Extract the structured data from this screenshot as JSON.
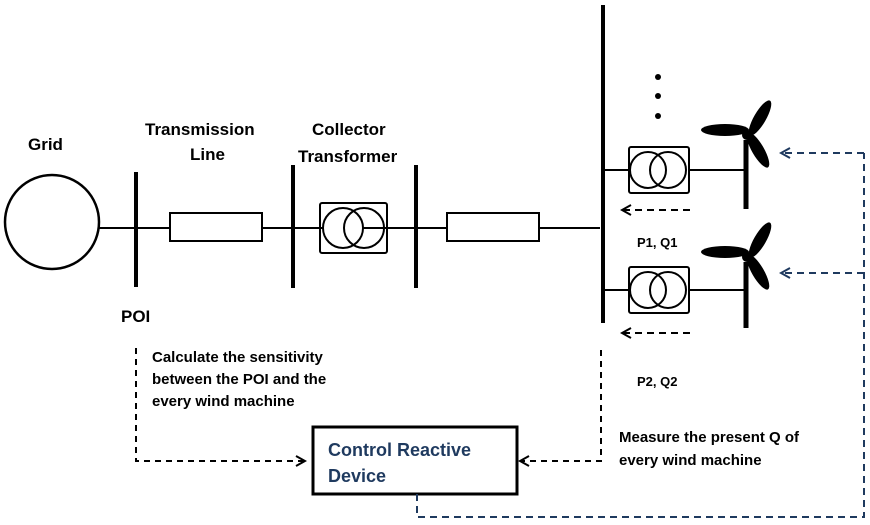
{
  "labels": {
    "grid": "Grid",
    "transmission_line_1": "Transmission",
    "transmission_line_2": "Line",
    "collector_transformer_1": "Collector",
    "collector_transformer_2": "Transformer",
    "poi": "POI",
    "p1q1": "P1, Q1",
    "p2q2": "P2, Q2"
  },
  "notes": {
    "sensitivity": [
      "Calculate the sensitivity",
      "between the POI and the",
      "every wind machine"
    ],
    "measure": [
      "Measure the present Q of",
      "every wind machine"
    ]
  },
  "control_box": {
    "lines": [
      "Control Reactive",
      "Device"
    ]
  },
  "colors": {
    "line": "#000000",
    "feedback": "#1f3a5f",
    "control_text": "#1f3a5f"
  },
  "icons": [
    "grid-circle",
    "resistor",
    "transformer-symbol",
    "wind-turbine-icon",
    "arrow-icon",
    "ellipsis-dots"
  ]
}
